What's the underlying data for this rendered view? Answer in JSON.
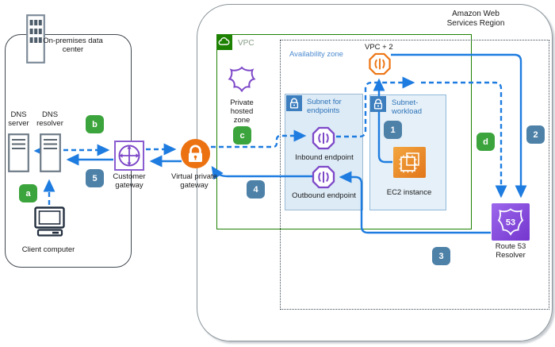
{
  "diagram": {
    "on_prem": {
      "title": "On-premises data\ncenter",
      "dns_server": "DNS\nserver",
      "dns_resolver": "DNS\nresolver",
      "client": "Client computer",
      "customer_gateway": "Customer\ngateway"
    },
    "middle": {
      "virtual_private_gateway": "Virtual private\ngateway"
    },
    "region": {
      "title": "Amazon Web\nServices Region",
      "vpc_label": "VPC",
      "az_label": "Availability zone",
      "private_hosted_zone": "Private\nhosted\nzone",
      "subnet_endpoints": "Subnet for\nendpoints",
      "subnet_workload": "Subnet-\nworkload",
      "inbound_endpoint": "Inbound endpoint",
      "outbound_endpoint": "Outbound endpoint",
      "ec2": "EC2 instance",
      "vpc_plus_2": "VPC + 2",
      "route53_resolver": "Route 53\nResolver",
      "route53_icon_number": "53"
    },
    "badges": {
      "a": "a",
      "b": "b",
      "c": "c",
      "d": "d",
      "n1": "1",
      "n2": "2",
      "n3": "3",
      "n4": "4",
      "n5": "5"
    },
    "icons": {
      "building": "building-icon",
      "dns_server": "server-icon",
      "dns_resolver": "server-icon",
      "client": "computer-icon",
      "customer_gateway": "gateway-crosshair-icon",
      "virtual_private_gateway": "orange-lock-circle-icon",
      "vpc": "green-cloud-icon",
      "private_hosted_zone": "purple-shield-icon",
      "subnet_lock": "blue-lock-icon",
      "endpoint": "purple-octagon-icon",
      "vpc_plus_2": "orange-octagon-icon",
      "ec2": "orange-chip-icon",
      "route53": "purple-53-shield-icon"
    },
    "colors": {
      "arrow_blue": "#1E7CE0",
      "badge_green": "#3CA43C",
      "badge_blue": "#4E81A8",
      "vpc_green": "#1D8102",
      "aws_orange": "#EC7211",
      "purple": "#7D48C8",
      "subnet_label_blue": "#2E73B8",
      "az_label_blue": "#4D8BD0",
      "region_border_gray": "#8A9499"
    }
  }
}
